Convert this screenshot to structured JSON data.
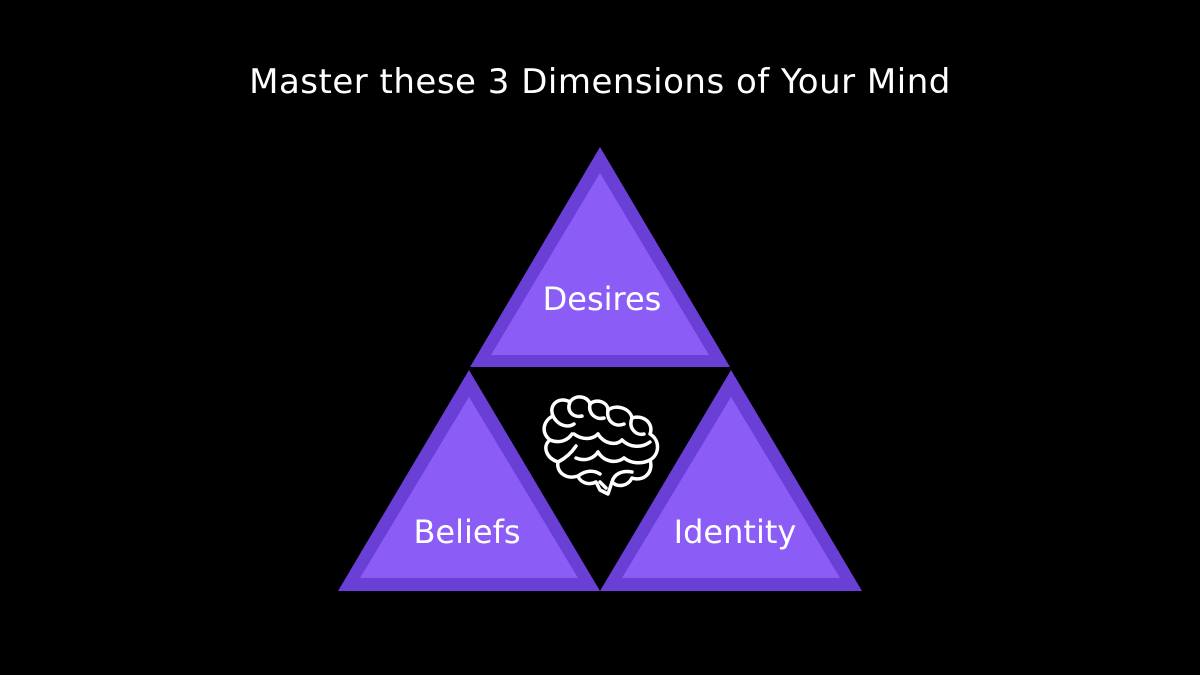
{
  "title": "Master these 3 Dimensions of Your Mind",
  "triangles": {
    "top": {
      "label": "Desires"
    },
    "left": {
      "label": "Beliefs"
    },
    "right": {
      "label": "Identity"
    }
  },
  "center_icon": "brain-icon",
  "colors": {
    "background": "#000000",
    "triangle_outer": "#6a3fd6",
    "triangle_inner": "#8c5cf6",
    "text": "#ffffff"
  }
}
